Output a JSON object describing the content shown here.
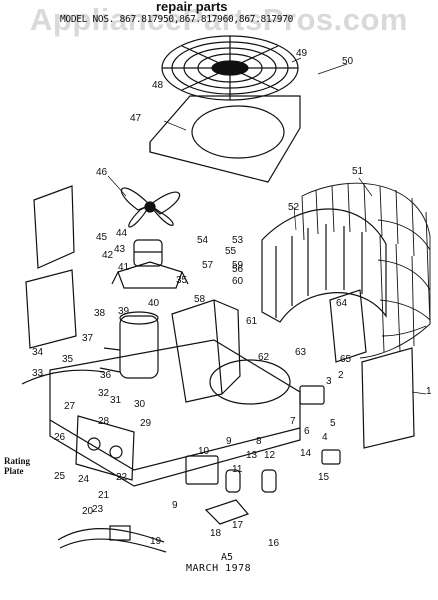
{
  "watermark": "AppliancePartsPros.com",
  "title": "repair parts",
  "model_line": "MODEL NOS. 867.817950,867.817960,867.817970",
  "rating_plate_label": "Rating Plate",
  "footer": {
    "code": "A5",
    "date": "MARCH 1978"
  },
  "callouts": [
    "1",
    "2",
    "3",
    "4",
    "5",
    "6",
    "7",
    "8",
    "9",
    "9",
    "10",
    "11",
    "12",
    "13",
    "14",
    "15",
    "16",
    "17",
    "18",
    "19",
    "20",
    "21",
    "22",
    "23",
    "24",
    "25",
    "26",
    "27",
    "28",
    "29",
    "30",
    "31",
    "32",
    "33",
    "34",
    "35",
    "35",
    "36",
    "37",
    "38",
    "39",
    "40",
    "41",
    "42",
    "43",
    "44",
    "45",
    "46",
    "47",
    "48",
    "49",
    "50",
    "51",
    "52",
    "53",
    "54",
    "55",
    "56",
    "57",
    "58",
    "59",
    "60",
    "61",
    "62",
    "63",
    "64",
    "65"
  ]
}
